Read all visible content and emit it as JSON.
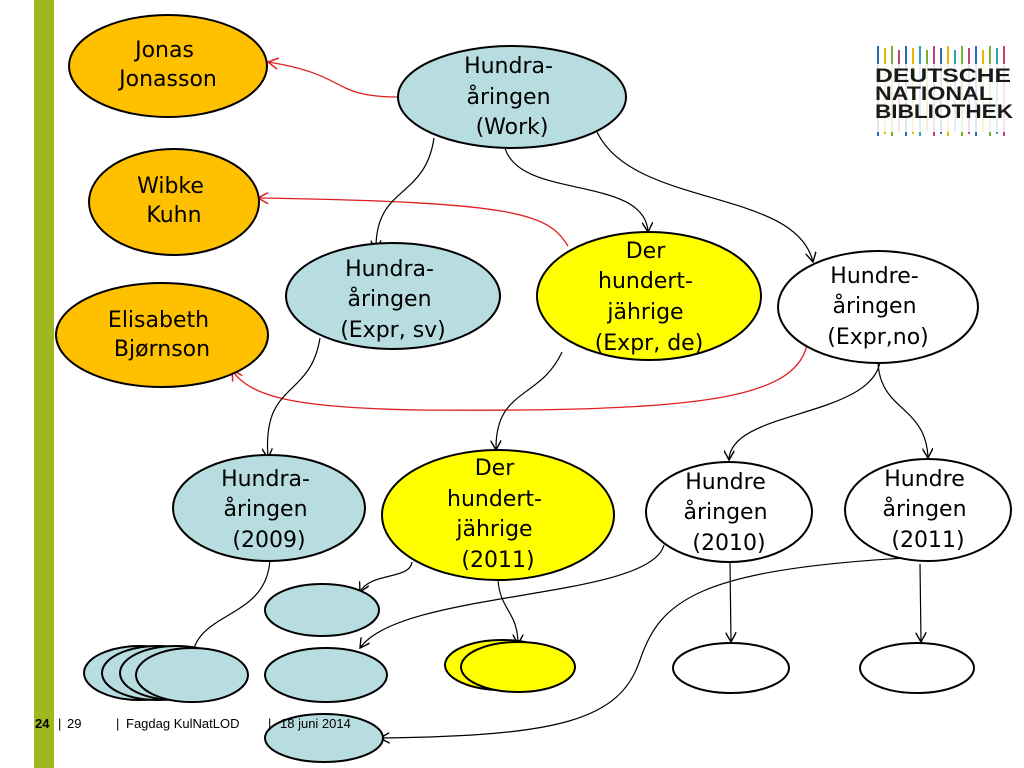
{
  "colors": {
    "sidebar": "#9fb81e",
    "work_fill": "#b7dde0",
    "person_fill": "#ffc000",
    "german_fill": "#ffff00",
    "norwegian_fill": "#ffffff",
    "edge_black": "#000000",
    "edge_red": "#e02020"
  },
  "logo": {
    "line1": "DEUTSCHE",
    "line2": "NATIONAL",
    "line3": "BIBLIOTHEK"
  },
  "footer": {
    "page_current": "24",
    "sep1": "|",
    "page_total": "29",
    "sep2": "|",
    "event": "Fagdag KulNatLOD",
    "sep3": "|",
    "date": "18 juni 2014"
  },
  "nodes": {
    "jonas": {
      "lines": [
        "Jonas",
        "Jonasson"
      ]
    },
    "wibke": {
      "lines": [
        "Wibke",
        "Kuhn"
      ]
    },
    "elisabeth": {
      "lines": [
        "Elisabeth",
        "Bjørnson"
      ]
    },
    "work": {
      "lines": [
        "Hundra-",
        "åringen",
        "(Work)"
      ]
    },
    "expr_sv": {
      "lines": [
        "Hundra-",
        "åringen",
        "(Expr, sv)"
      ]
    },
    "expr_de": {
      "lines": [
        "Der",
        "hundert-",
        "jährige",
        "(Expr, de)"
      ]
    },
    "expr_no": {
      "lines": [
        "Hundre-",
        "åringen",
        "(Expr,no)"
      ]
    },
    "m_sv_2009": {
      "lines": [
        "Hundra-",
        "åringen",
        "(2009)"
      ]
    },
    "m_de_2011": {
      "lines": [
        "Der",
        "hundert-",
        "jährige",
        "(2011)"
      ]
    },
    "m_no_2010": {
      "lines": [
        "Hundre",
        "åringen",
        "(2010)"
      ]
    },
    "m_no_2011": {
      "lines": [
        "Hundre",
        "åringen",
        "(2011)"
      ]
    }
  }
}
